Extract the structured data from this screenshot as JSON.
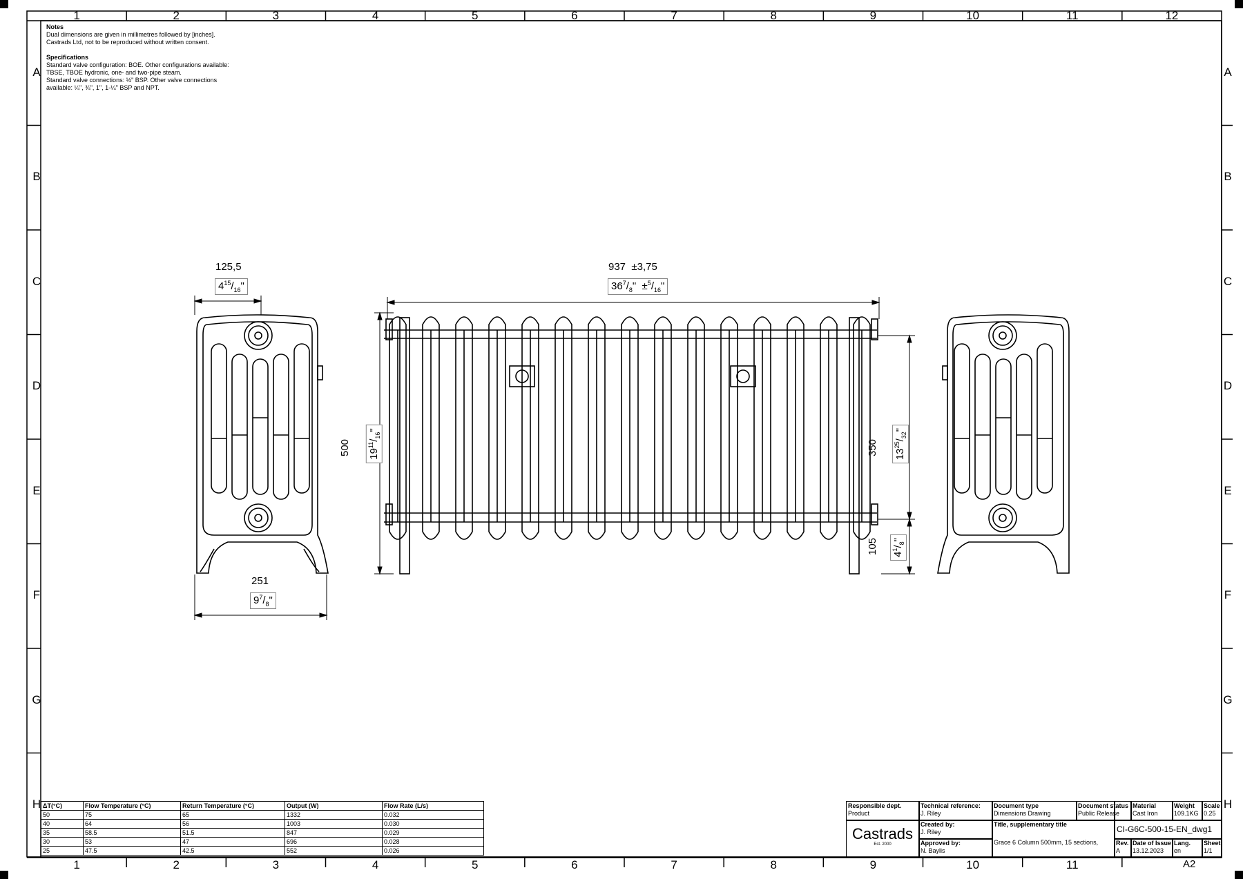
{
  "border": {
    "column_numbers": [
      "1",
      "2",
      "3",
      "4",
      "5",
      "6",
      "7",
      "8",
      "9",
      "10",
      "11",
      "12"
    ],
    "row_letters": [
      "A",
      "B",
      "C",
      "D",
      "E",
      "F",
      "G",
      "H"
    ]
  },
  "notes": {
    "notes_heading": "Notes",
    "notes_line1": "Dual dimensions are given in millimetres followed by [inches].",
    "notes_line2": "Castrads Ltd, not to be reproduced without written consent.",
    "spec_heading": "Specifications",
    "spec_line1": "Standard valve configuration: BOE. Other configurations available:",
    "spec_line2": "TBSE, TBOE hydronic, one- and two-pipe steam.",
    "spec_line3": "Standard valve connections: ½\" BSP. Other valve connections",
    "spec_line4": "available: ¼\", ¾\", 1\", 1-¼\" BSP and NPT."
  },
  "dimensions": {
    "depth_mm": "125,5",
    "depth_in_whole": "4",
    "depth_in_num": "15",
    "depth_in_den": "16",
    "foot_mm": "251",
    "foot_in_whole": "9",
    "foot_in_num": "7",
    "foot_in_den": "8",
    "length_mm": "937",
    "length_tol_mm": "±3,75",
    "length_in_whole": "36",
    "length_in_num": "7",
    "length_in_den": "8",
    "length_tol_in_num": "5",
    "length_tol_in_den": "16",
    "height_mm": "500",
    "height_in_whole": "19",
    "height_in_num": "11",
    "height_in_den": "16",
    "centres_mm": "350",
    "centres_in_whole": "13",
    "centres_in_num": "25",
    "centres_in_den": "32",
    "floor_mm": "105",
    "floor_in_whole": "4",
    "floor_in_num": "1",
    "floor_in_den": "8",
    "sections": 15
  },
  "performance_table": {
    "headers": [
      "ΔT(°C)",
      "Flow Temperature (°C)",
      "Return Temperature (°C)",
      "Output (W)",
      "Flow Rate (L/s)"
    ],
    "rows": [
      [
        "50",
        "75",
        "65",
        "1332",
        "0.032"
      ],
      [
        "40",
        "64",
        "56",
        "1003",
        "0.030"
      ],
      [
        "35",
        "58.5",
        "51.5",
        "847",
        "0.029"
      ],
      [
        "30",
        "53",
        "47",
        "696",
        "0.028"
      ],
      [
        "25",
        "47.5",
        "42.5",
        "552",
        "0.026"
      ]
    ]
  },
  "title_block": {
    "responsible_dept_label": "Responsible dept.",
    "responsible_dept": "Product",
    "tech_ref_label": "Technical reference:",
    "tech_ref": "J. Riley",
    "doc_type_label": "Document type",
    "doc_type": "Dimensions Drawing",
    "doc_status_label": "Document status",
    "doc_status": "Public Release",
    "material_label": "Material",
    "material": "Cast Iron",
    "weight_label": "Weight",
    "weight": "109.1KG",
    "scale_label": "Scale",
    "scale": "0.25",
    "logo": "Castrads",
    "logo_sub": "Est. 2000",
    "created_by_label": "Created by:",
    "created_by": "J. Riley",
    "approved_by_label": "Approved by:",
    "approved_by": "N. Baylis",
    "title_label": "Title, supplementary title",
    "title": "Grace 6 Column 500mm, 15 sections,",
    "drawing_number": "CI-G6C-500-15-EN_dwg1",
    "rev_label": "Rev.",
    "rev": "A",
    "issue_label": "Date of Issue",
    "issue": "13.12.2023",
    "lang_label": "Lang.",
    "lang": "en",
    "sheet_label": "Sheet",
    "sheet": "1/1",
    "paper_size": "A2"
  }
}
